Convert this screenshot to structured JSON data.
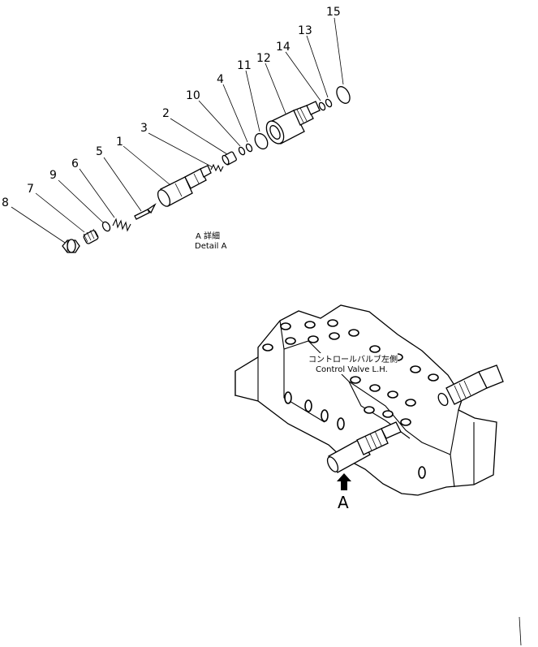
{
  "part_numbers": [
    "1",
    "2",
    "3",
    "4",
    "5",
    "6",
    "7",
    "8",
    "9",
    "10",
    "11",
    "12",
    "13",
    "14",
    "15"
  ],
  "detail_label": {
    "japanese": "A 詳細",
    "english": "Detail A"
  },
  "body_label": {
    "japanese": "コントロールバルブ左側",
    "english": "Control Valve L.H."
  },
  "view_arrow_label": "A"
}
